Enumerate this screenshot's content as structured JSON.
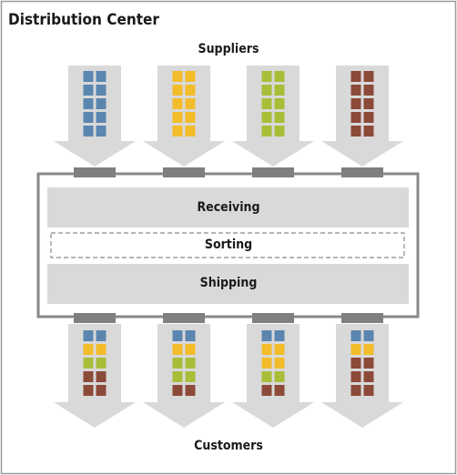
{
  "title": "Distribution Center",
  "suppliers_label": "Suppliers",
  "customers_label": "Customers",
  "stages": {
    "receiving": "Receiving",
    "sorting": "Sorting",
    "shipping": "Shipping"
  },
  "colors": {
    "blue": "#5b86b0",
    "yellow": "#f2bc2a",
    "green": "#a9bd38",
    "brown": "#8c4a38",
    "arrow": "#d9d9d9",
    "band": "#d9d9d9",
    "dock": "#7f7f7f",
    "frame": "#888888",
    "outer_border": "#9a9a9a"
  },
  "supplier_stacks": [
    [
      "blue",
      "blue",
      "blue",
      "blue",
      "blue"
    ],
    [
      "yellow",
      "yellow",
      "yellow",
      "yellow",
      "yellow"
    ],
    [
      "green",
      "green",
      "green",
      "green",
      "green"
    ],
    [
      "brown",
      "brown",
      "brown",
      "brown",
      "brown"
    ]
  ],
  "customer_stacks": [
    [
      "blue",
      "yellow",
      "green",
      "brown",
      "brown"
    ],
    [
      "blue",
      "yellow",
      "green",
      "green",
      "brown"
    ],
    [
      "blue",
      "yellow",
      "yellow",
      "green",
      "brown"
    ],
    [
      "blue",
      "yellow",
      "brown",
      "brown",
      "brown"
    ]
  ]
}
